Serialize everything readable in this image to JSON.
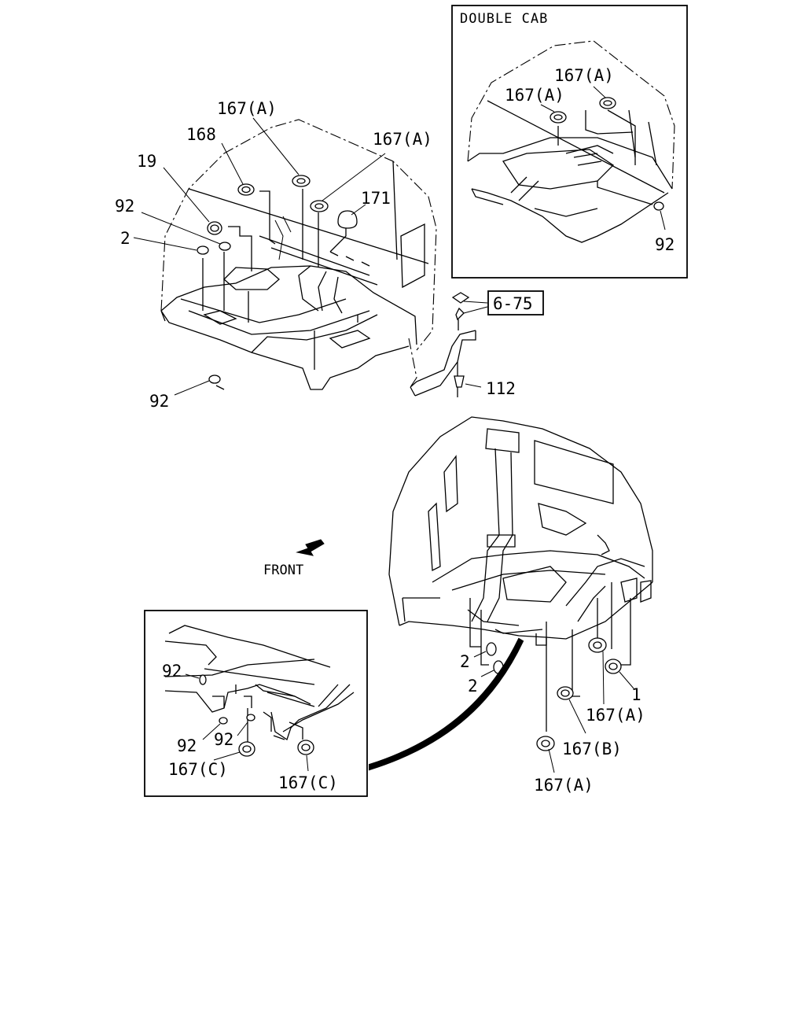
{
  "labels": {
    "double_cab": "DOUBLE CAB",
    "front": "FRONT",
    "l_167a_main_top": "167(A)",
    "l_167a_main_right": "167(A)",
    "l_168": "168",
    "l_19": "19",
    "l_171": "171",
    "l_92_main_top": "92",
    "l_2_main": "2",
    "l_92_main_bottom": "92",
    "l_6_75": "6-75",
    "l_112": "112",
    "l_167a_dc_upper": "167(A)",
    "l_167a_dc_lower": "167(A)",
    "l_92_dc": "92",
    "l_2_under_1": "2",
    "l_2_under_2": "2",
    "l_167b": "167(B)",
    "l_167a_under_mid": "167(A)",
    "l_1": "1",
    "l_167a_under_bottom": "167(A)",
    "l_92_det_1": "92",
    "l_92_det_2": "92",
    "l_92_det_3": "92",
    "l_167c_left": "167(C)",
    "l_167c_right": "167(C)"
  }
}
